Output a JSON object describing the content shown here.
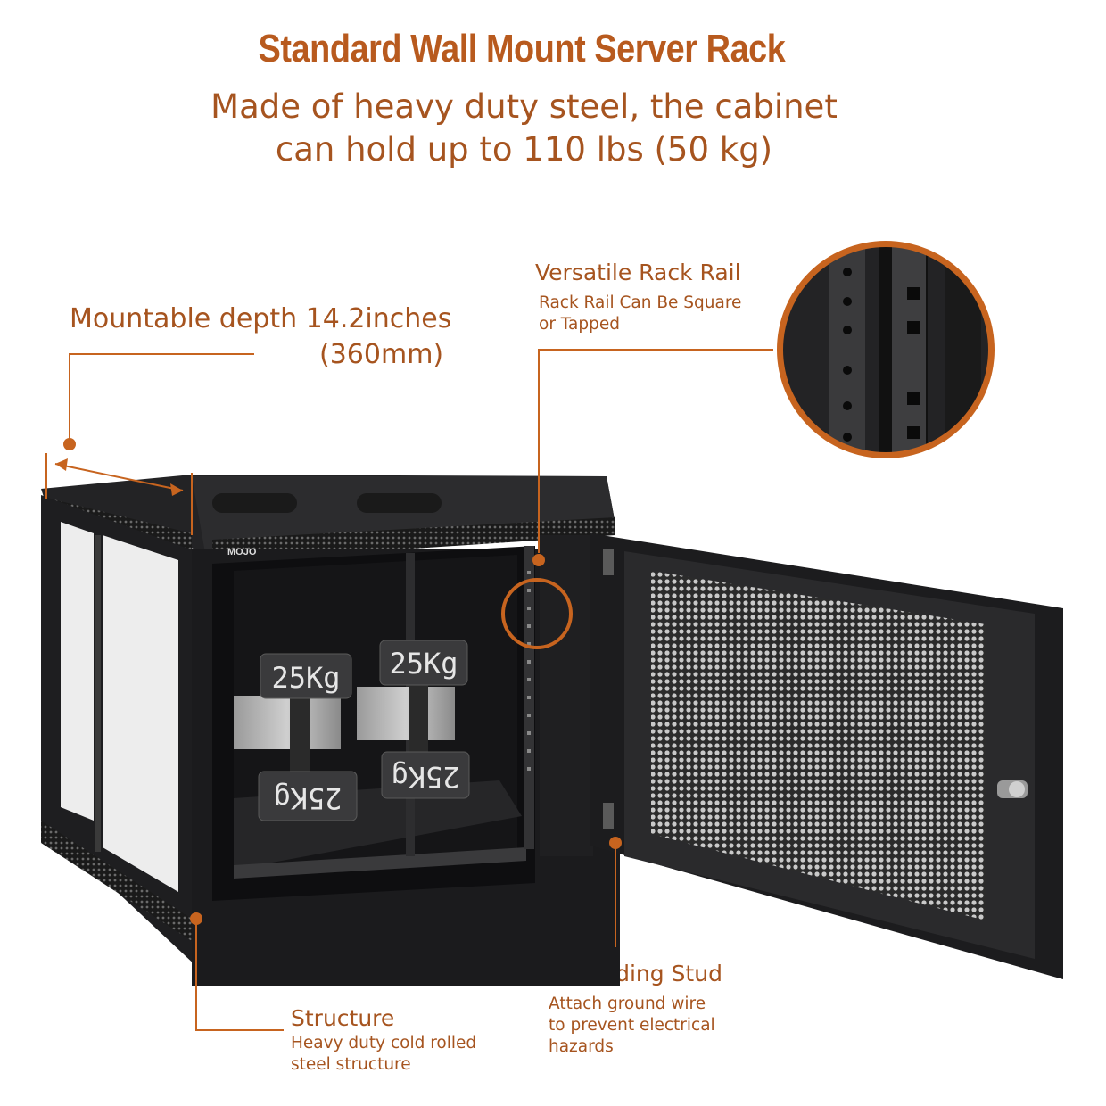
{
  "header": {
    "title": "Standard Wall Mount Server Rack",
    "subtitle_line1": "Made of heavy duty steel, the cabinet",
    "subtitle_line2": "can hold up to 110 lbs (50 kg)"
  },
  "callouts": {
    "depth": {
      "line1": "Mountable depth 14.2inches",
      "line2": "(360mm)"
    },
    "rack_rail": {
      "title": "Versatile Rack Rail",
      "line1": "Rack Rail Can Be Square",
      "line2": "or Tapped"
    },
    "structure": {
      "title": "Structure",
      "line1": "Heavy duty cold rolled",
      "line2": "steel structure"
    },
    "grounding": {
      "title": "Grounding Stud",
      "line1": "Attach ground wire",
      "line2": "to prevent electrical",
      "line3": "hazards"
    }
  },
  "product": {
    "brand_logo": "MOJO",
    "weight_labels": [
      "25Kg",
      "25Kg",
      "25Kg",
      "25Kg"
    ]
  },
  "colors": {
    "accent": "#c7641f",
    "text": "#a6541f",
    "cabinet": "#1c1c1e"
  }
}
